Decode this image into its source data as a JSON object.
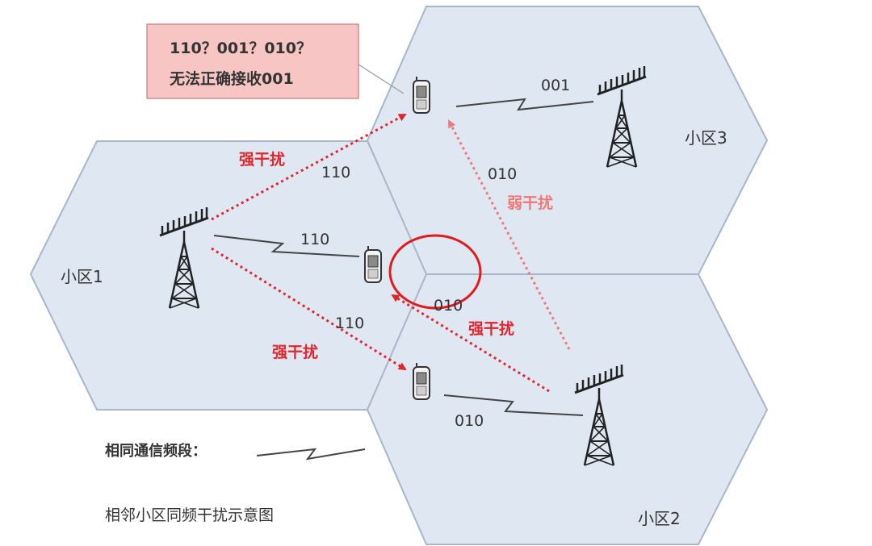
{
  "cells": {
    "cell1": "小区1",
    "cell2": "小区2",
    "cell3": "小区3"
  },
  "note": {
    "line1": "110？001？010？",
    "line2": "无法正确接收001"
  },
  "signals": {
    "bs1_to_phone1": "110",
    "bs3_to_phone3": "001",
    "bs2_to_phone2": "010",
    "interf_bs1_to_phone3_code": "110",
    "interf_bs1_to_phone3_label": "强干扰",
    "interf_bs1_to_phone2_code": "110",
    "interf_bs1_to_phone2_label": "强干扰",
    "interf_bs2_to_phone1_code": "010",
    "interf_bs2_to_phone1_label": "强干扰",
    "interf_bs2_to_phone3_code": "010",
    "interf_bs2_to_phone3_label": "弱干扰"
  },
  "legend": {
    "label": "相同通信频段："
  },
  "caption": "相邻小区同频干扰示意图",
  "colors": {
    "cell_fill": "#dfe7f3",
    "cell_stroke": "#a9b6c8",
    "strong_interference": "#e0262b",
    "weak_interference": "#ee7a76",
    "note_fill": "#f6c5c4",
    "highlight_circle": "#e01b1b"
  }
}
